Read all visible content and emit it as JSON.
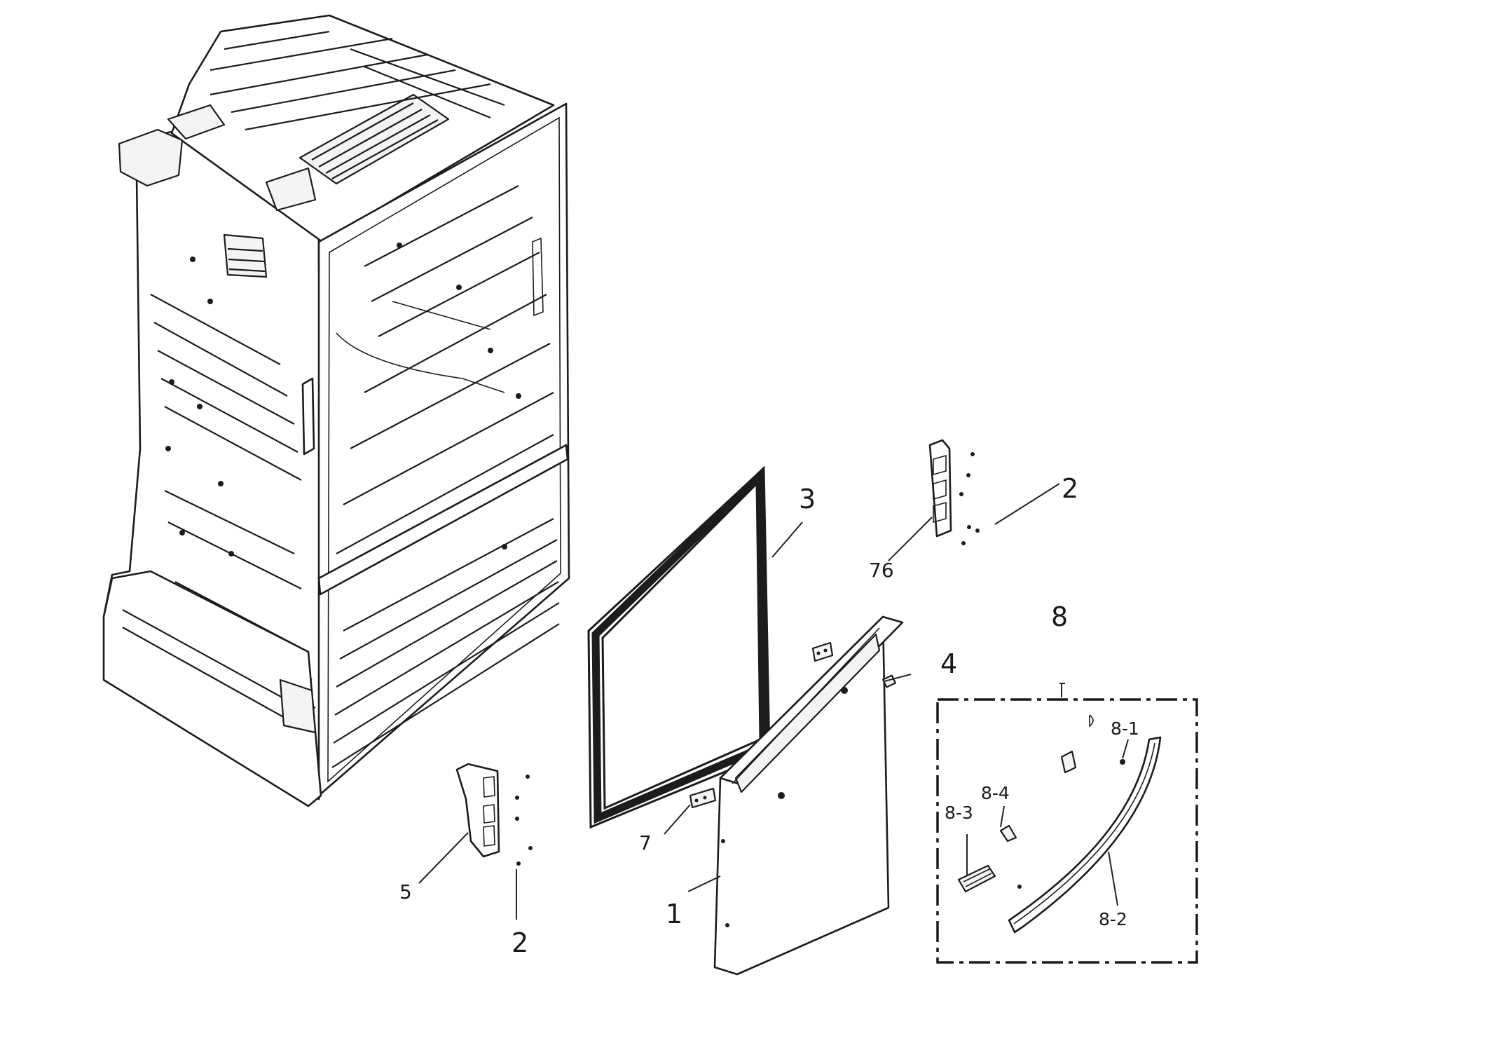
{
  "diagram": {
    "callouts": {
      "door_assembly": "1",
      "screw_lower": "2",
      "screw_upper": "2",
      "gasket": "3",
      "stopper": "4",
      "hinge_lower_left": "5",
      "hinge_upper_right": "76",
      "guide_clip": "7",
      "handle_kit": "8",
      "handle_screw": "8-1",
      "handle_bar": "8-2",
      "handle_bracket": "8-3",
      "handle_cap": "8-4"
    }
  }
}
